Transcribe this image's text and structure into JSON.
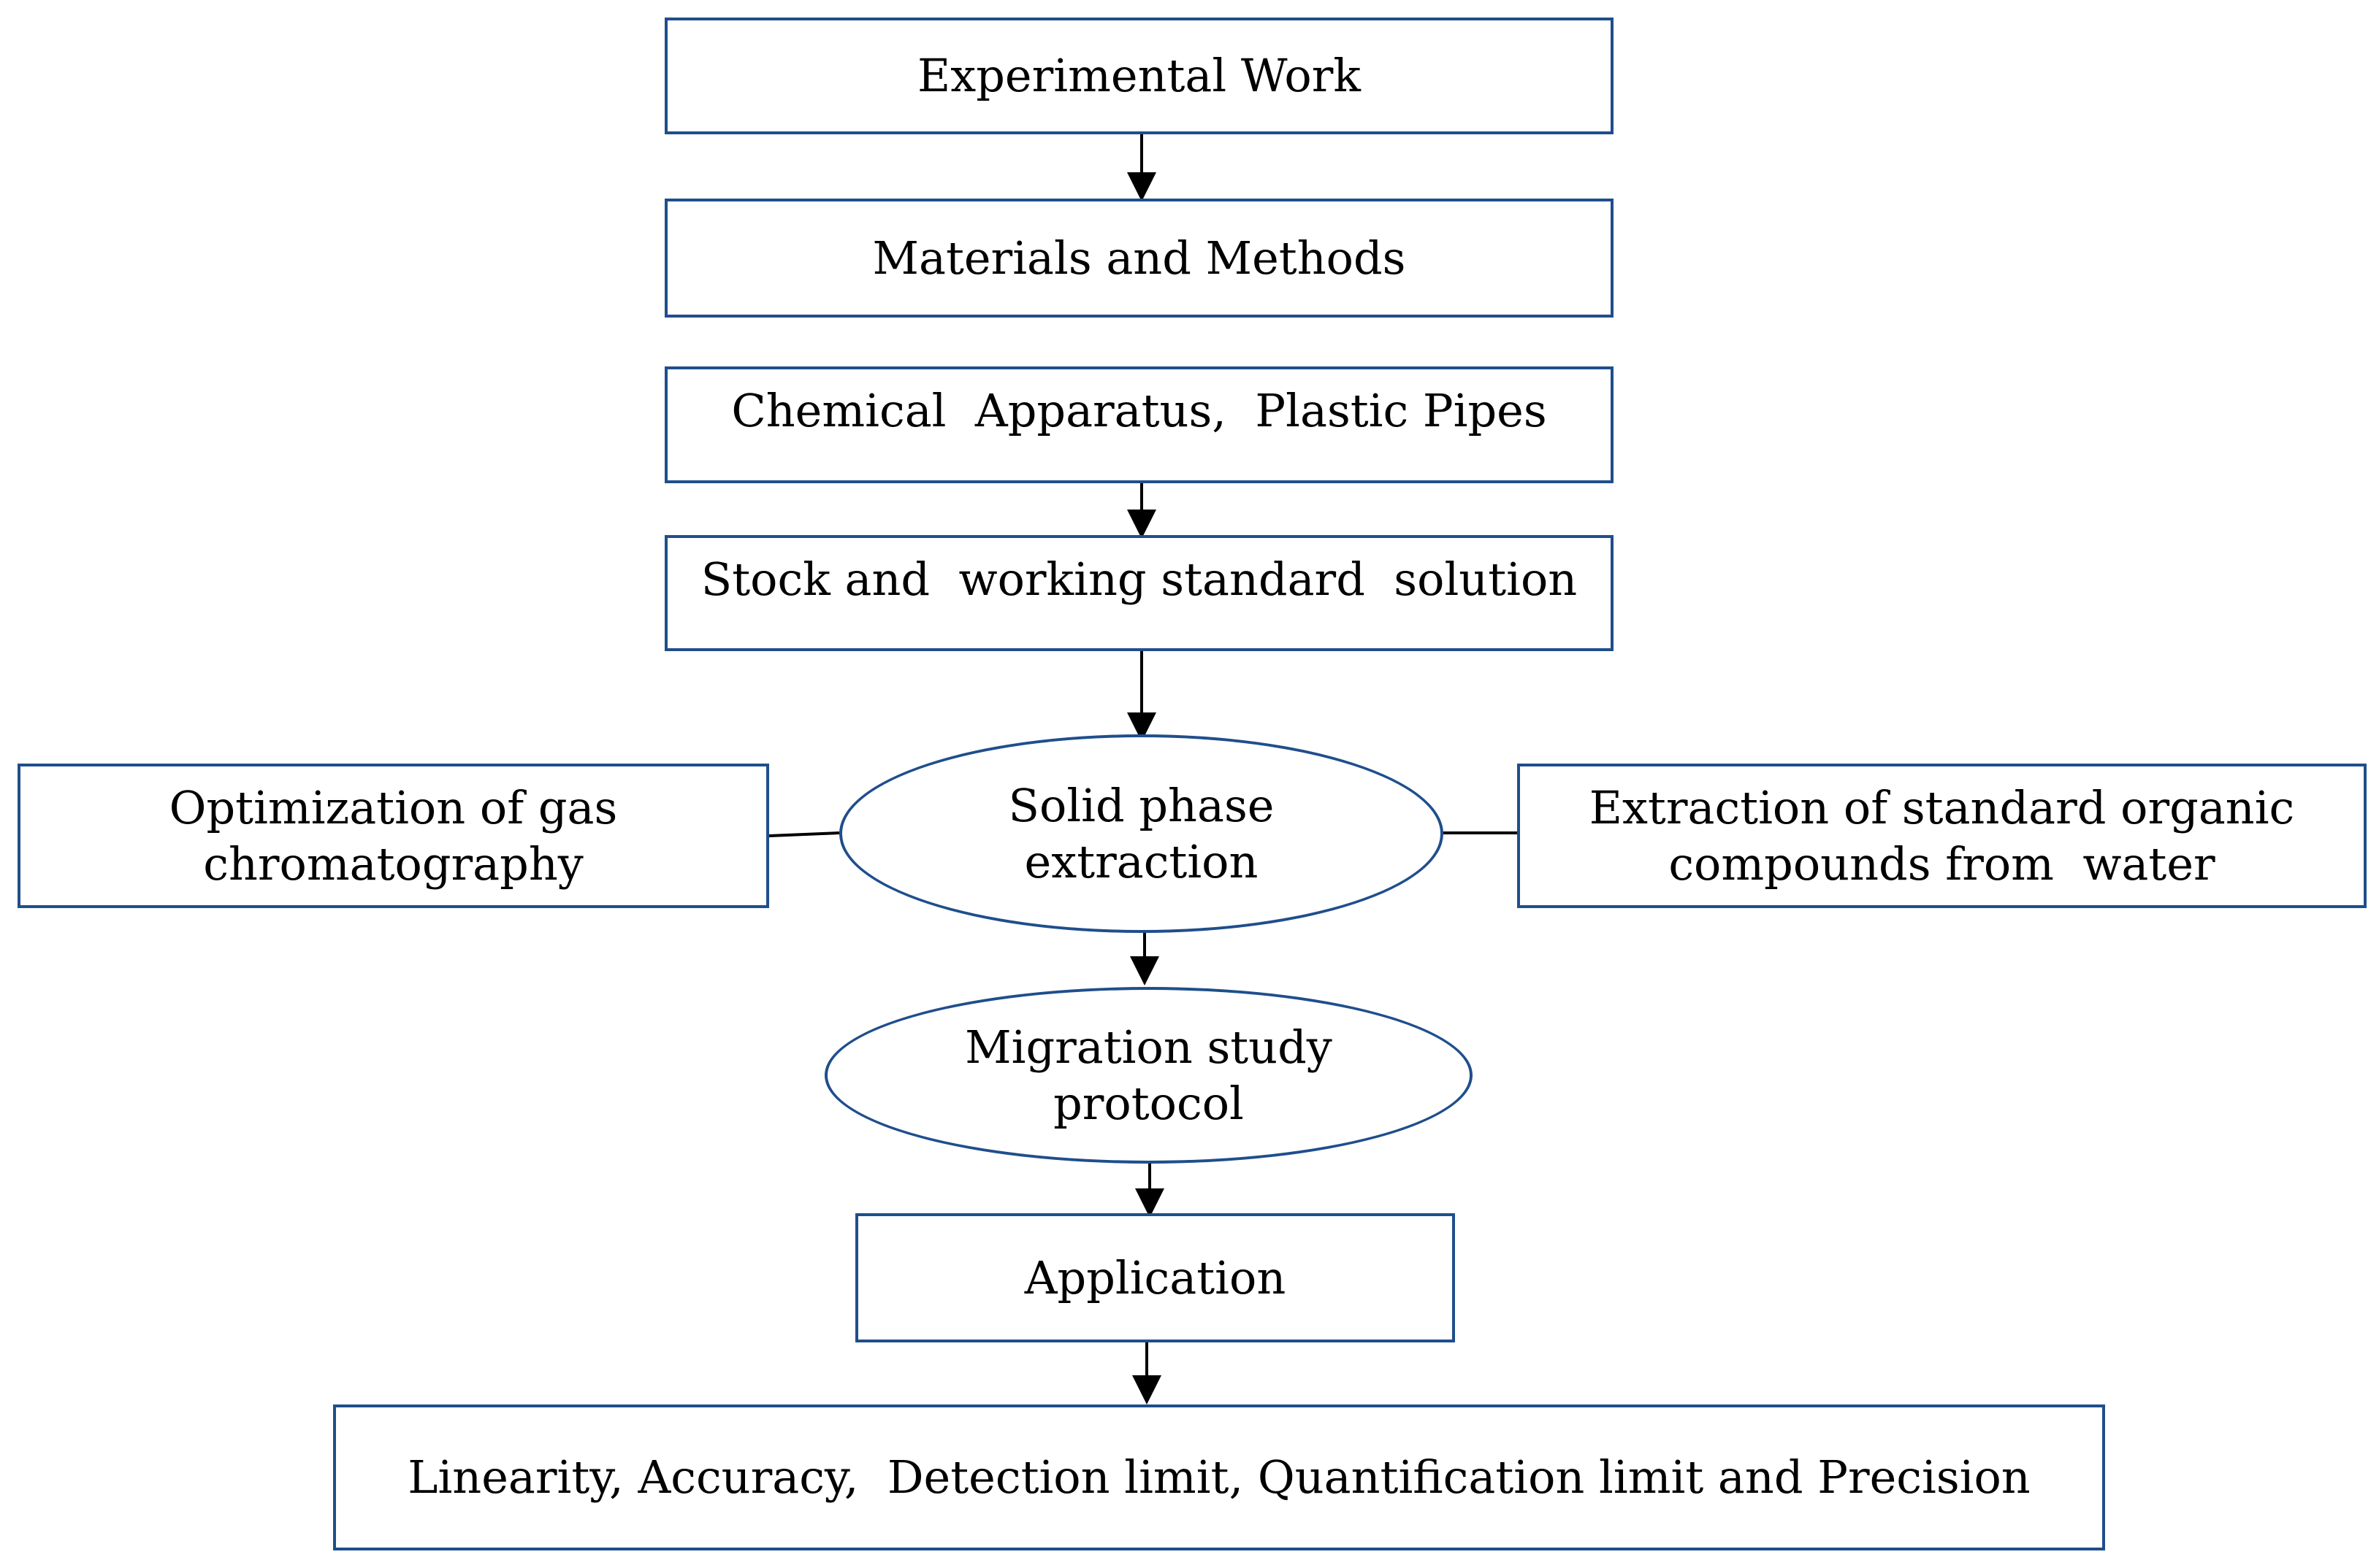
{
  "colors": {
    "border": "#1f4e8c",
    "connector": "#000000",
    "background": "#ffffff"
  },
  "nodes": {
    "experimental_work": "Experimental Work",
    "materials_methods": "Materials and Methods",
    "chemical_apparatus": "Chemical  Apparatus,  Plastic Pipes",
    "stock_solution": "Stock and  working standard  solution",
    "optimization": {
      "line1": "Optimization of gas",
      "line2": "chromatography"
    },
    "spe": {
      "line1": "Solid phase",
      "line2": "extraction"
    },
    "extraction": {
      "line1": "Extraction of standard organic",
      "line2": "compounds from  water"
    },
    "migration": {
      "line1": "Migration study",
      "line2": "protocol"
    },
    "application": "Application",
    "linearity": "Linearity, Accuracy,  Detection limit, Quantification limit and Precision"
  }
}
